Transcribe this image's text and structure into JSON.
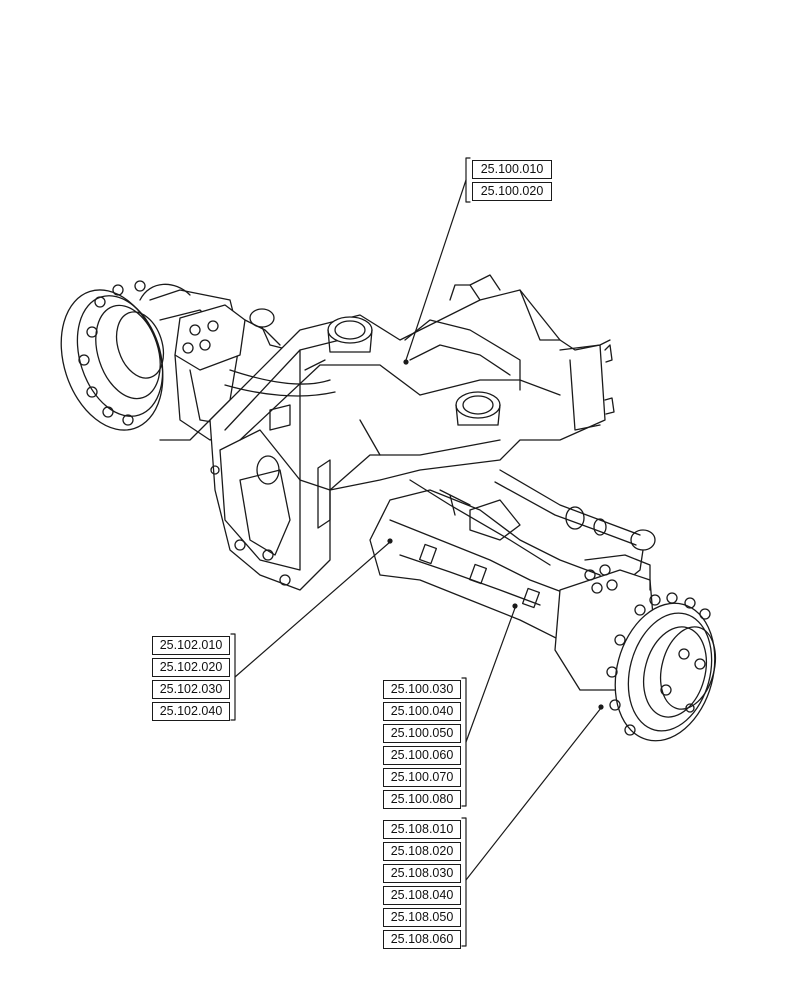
{
  "callout_groups": [
    {
      "id": "frame",
      "refs": [
        "25.100.010",
        "25.100.020"
      ]
    },
    {
      "id": "differential",
      "refs": [
        "25.102.010",
        "25.102.020",
        "25.102.030",
        "25.102.040"
      ]
    },
    {
      "id": "axle-housing",
      "refs": [
        "25.100.030",
        "25.100.040",
        "25.100.050",
        "25.100.060",
        "25.100.070",
        "25.100.080"
      ]
    },
    {
      "id": "final-drive",
      "refs": [
        "25.108.010",
        "25.108.020",
        "25.108.030",
        "25.108.040",
        "25.108.050",
        "25.108.060"
      ]
    }
  ],
  "colors": {
    "line": "#1a1a1a",
    "background": "#ffffff"
  }
}
